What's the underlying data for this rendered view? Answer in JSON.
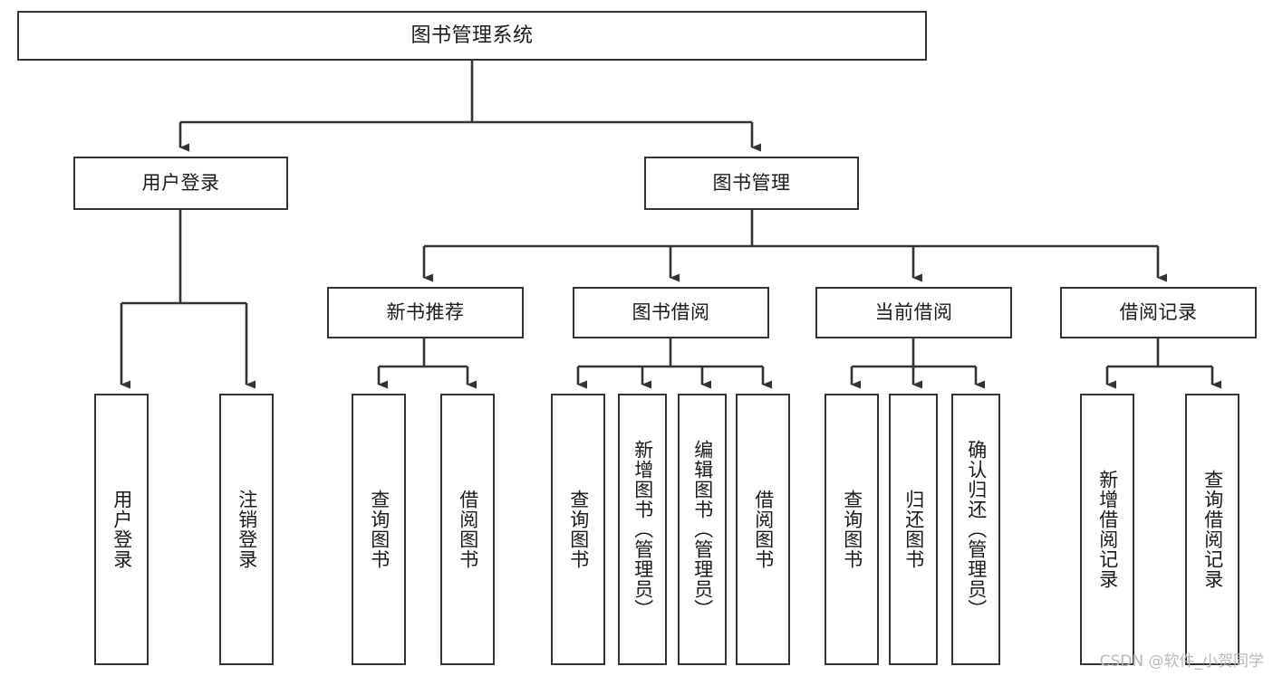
{
  "diagram": {
    "type": "tree",
    "title": "图书管理系统",
    "stroke_color": "#333333",
    "fill_color": "#ffffff",
    "text_color": "#1a1a1a",
    "root": {
      "label": "图书管理系统"
    },
    "level2": [
      {
        "label": "用户登录"
      },
      {
        "label": "图书管理"
      }
    ],
    "level3": [
      {
        "label": "新书推荐"
      },
      {
        "label": "图书借阅"
      },
      {
        "label": "当前借阅"
      },
      {
        "label": "借阅记录"
      }
    ],
    "leaves": {
      "user_login": [
        {
          "label": "用户登录"
        },
        {
          "label": "注销登录"
        }
      ],
      "new_book": [
        {
          "label": "查询图书"
        },
        {
          "label": "借阅图书"
        }
      ],
      "book_borrow": [
        {
          "label": "查询图书"
        },
        {
          "label": "新增图书（管理员）"
        },
        {
          "label": "编辑图书（管理员）"
        },
        {
          "label": "借阅图书"
        }
      ],
      "current_borrow": [
        {
          "label": "查询图书"
        },
        {
          "label": "归还图书"
        },
        {
          "label": "确认归还（管理员）"
        }
      ],
      "borrow_record": [
        {
          "label": "新增借阅记录"
        },
        {
          "label": "查询借阅记录"
        }
      ]
    }
  },
  "watermark": {
    "text": "CSDN @软件_小贺同学"
  }
}
